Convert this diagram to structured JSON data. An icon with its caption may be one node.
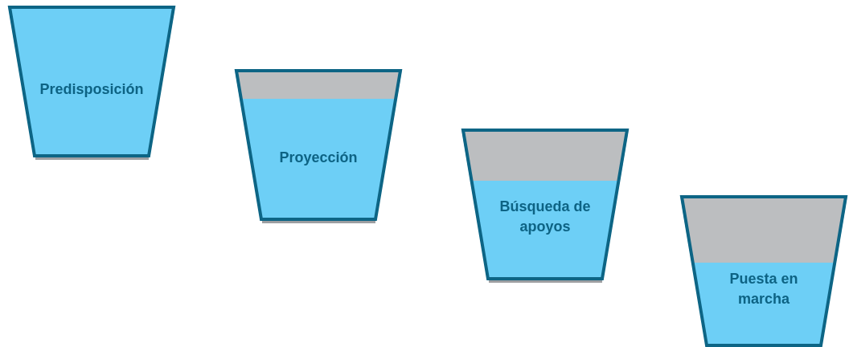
{
  "diagram": {
    "nodes": [
      {
        "text": [
          "Predisposición"
        ]
      },
      {
        "text": [
          "Proyección"
        ]
      },
      {
        "text": [
          "Búsqueda de apoyos"
        ]
      },
      {
        "text": [
          "Puesta en marcha"
        ]
      }
    ]
  }
}
